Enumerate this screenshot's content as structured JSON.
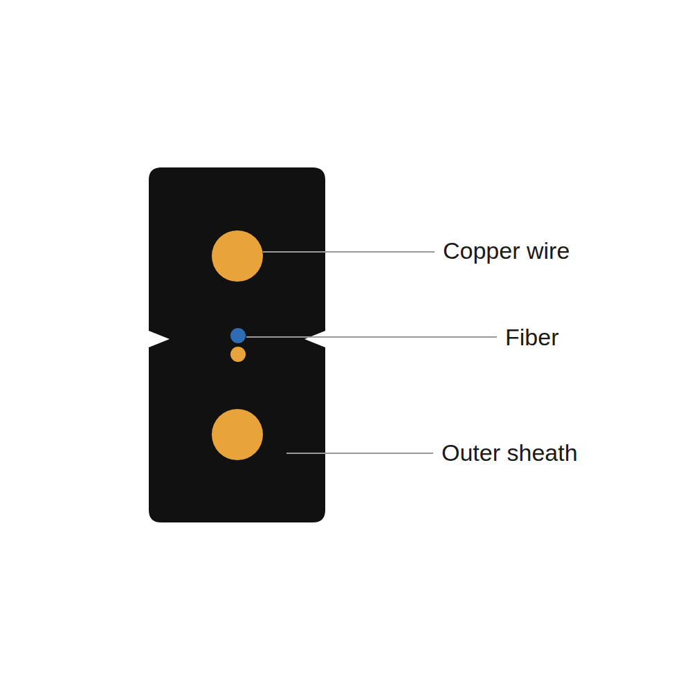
{
  "diagram": {
    "labels": [
      "Copper wire",
      "Fiber",
      "Outer sheath"
    ]
  }
}
